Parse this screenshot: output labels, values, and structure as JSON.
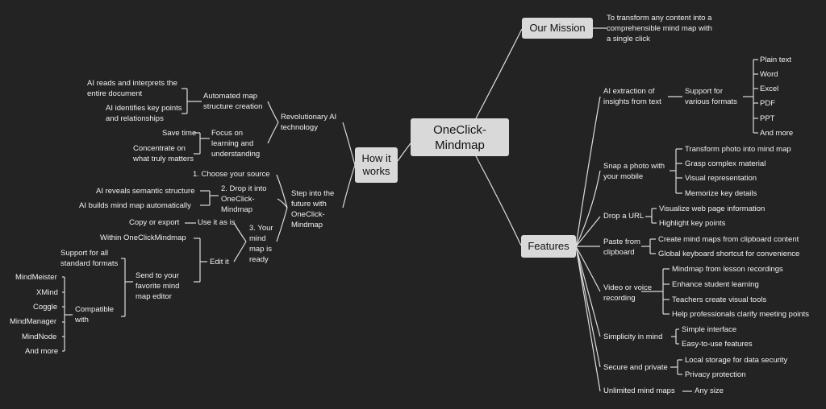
{
  "central": "OneClick-\nMindmap",
  "main_topics": {
    "mission": "Our Mission",
    "features": "Features",
    "how": "How it\nworks"
  },
  "mission": {
    "text": "To transform any content into a\ncomprehensible mind map with\na single click"
  },
  "features": {
    "ai_extraction": {
      "label": "AI extraction of\ninsights from text",
      "formats_label": "Support for\nvarious formats",
      "formats": [
        "Plain text",
        "Word",
        "Excel",
        "PDF",
        "PPT",
        "And more"
      ]
    },
    "snap": {
      "label": "Snap a photo with\nyour mobile",
      "items": [
        "Transform photo into mind map",
        "Grasp complex material",
        "Visual representation",
        "Memorize key details"
      ]
    },
    "url": {
      "label": "Drop a URL",
      "items": [
        "Visualize web page information",
        "Highlight key points"
      ]
    },
    "clipboard": {
      "label": "Paste from\nclipboard",
      "items": [
        "Create mind maps from clipboard content",
        "Global keyboard shortcut for convenience"
      ]
    },
    "video": {
      "label": "Video or voice\nrecording",
      "items": [
        "Mindmap from lesson recordings",
        "Enhance student learning",
        "Teachers create visual tools",
        "Help professionals clarify meeting points"
      ]
    },
    "simplicity": {
      "label": "Simplicity in mind",
      "items": [
        "Simple interface",
        "Easy-to-use features"
      ]
    },
    "secure": {
      "label": "Secure and private",
      "items": [
        "Local storage for data security",
        "Privacy protection"
      ]
    },
    "unlimited": {
      "label": "Unlimited mind maps",
      "items": [
        "Any size"
      ]
    }
  },
  "how": {
    "revolutionary": {
      "label": "Revolutionary AI\ntechnology",
      "automated": {
        "label": "Automated map\nstructure creation",
        "items": [
          "AI reads and interprets the\nentire document",
          "AI identifies key points\nand relationships"
        ]
      },
      "focus": {
        "label": "Focus on\nlearning and\nunderstanding",
        "items": [
          "Save time",
          "Concentrate on\nwhat truly matters"
        ]
      }
    },
    "steps": {
      "label": "Step into the\nfuture with\nOneClick-\nMindmap",
      "choose": "1. Choose your source",
      "drop": {
        "label": "2. Drop it into\nOneClick-\nMindmap",
        "items": [
          "AI reveals semantic structure",
          "AI builds mind map automatically"
        ]
      },
      "ready": {
        "label": "3. Your\nmind\nmap is\nready",
        "use": {
          "label": "Use it as is",
          "items": [
            "Copy or export"
          ]
        },
        "edit": {
          "label": "Edit it",
          "within": "Within OneClickMindmap",
          "send": {
            "label": "Send to your\nfavorite mind\nmap editor",
            "support": "Support for all\nstandard formats",
            "compatible": {
              "label": "Compatible\nwith",
              "items": [
                "MindMeister",
                "XMind",
                "Coggle",
                "MindManager",
                "MindNode",
                "And more"
              ]
            }
          }
        }
      }
    }
  }
}
